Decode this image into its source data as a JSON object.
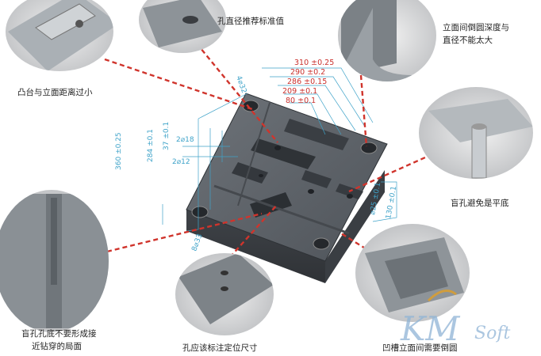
{
  "callouts": {
    "top_left": "凸台与立面距离过小",
    "top_center": "孔直径推荐标准值",
    "top_right": [
      "立面间倒圆深度与",
      "直径不能太大"
    ],
    "right_middle": "盲孔避免是平底",
    "bottom_left": [
      "盲孔孔底不要形成接",
      "近钻穿的局面"
    ],
    "bottom_center": "孔应该标注定位尺寸",
    "bottom_right": "凹槽立面间需要倒圆"
  },
  "dimensions": {
    "red": [
      "310 ±0.25",
      "290 ±0.2",
      "286 ±0.15",
      "209 ±0.1",
      "80 ±0.1"
    ],
    "blue_left": [
      "360 ±0.25",
      "284 ±0.1",
      "37 ±0.1"
    ],
    "blue_misc": [
      "4⌀32",
      "2⌀18",
      "2⌀12",
      "⌀25 ±0.1",
      "130 ±0.1",
      "8⌀33"
    ]
  },
  "watermark": {
    "brand": "KM",
    "suffix": "Soft"
  },
  "colors": {
    "dashed_line": "#d0342c",
    "dim_red": "#c9302c",
    "dim_blue": "#3fa3c9",
    "plate": "#5b6066"
  }
}
